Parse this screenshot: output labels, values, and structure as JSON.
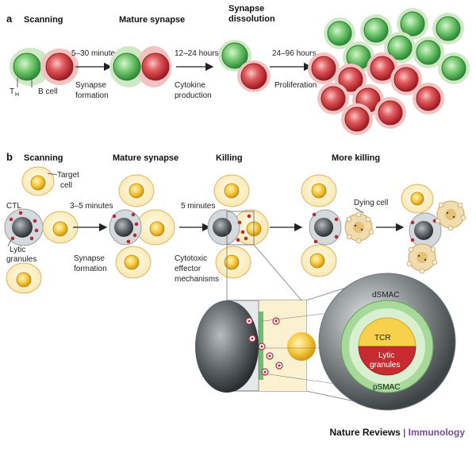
{
  "panel_a": {
    "letter": "a",
    "stages": [
      "Scanning",
      "Mature synapse",
      "Synapse",
      "dissolution"
    ],
    "times": [
      "5–30 minutes",
      "12–24 hours",
      "24–96 hours"
    ],
    "events": [
      "Synapse",
      "formation",
      "Cytokine",
      "production",
      "Proliferation"
    ],
    "cell_labels": {
      "th": "T",
      "th_sub": "H",
      "b": "B cell"
    }
  },
  "panel_b": {
    "letter": "b",
    "stages": [
      "Scanning",
      "Mature synapse",
      "Killing",
      "More killing"
    ],
    "times": [
      "3–5 minutes",
      "5 minutes"
    ],
    "events": [
      "Synapse",
      "formation",
      "Cytotoxic",
      "effector",
      "mechanisms"
    ],
    "labels": {
      "target": "Target",
      "target2": "cell",
      "ctl": "CTL",
      "lytic": "Lytic",
      "lytic2": "granules",
      "dying": "Dying cell"
    },
    "smac": {
      "outer": "dSMAC",
      "middle": "pSMAC",
      "center_top": "TCR",
      "center_bottom1": "Lytic",
      "center_bottom2": "granules"
    }
  },
  "credit": {
    "journal": "Nature Reviews",
    "sep": " | ",
    "subject": "Immunology"
  },
  "colors": {
    "green": "#6dbf6f",
    "red": "#d8464c",
    "yellow": "#f6c94a",
    "grey": "#8d9194"
  }
}
